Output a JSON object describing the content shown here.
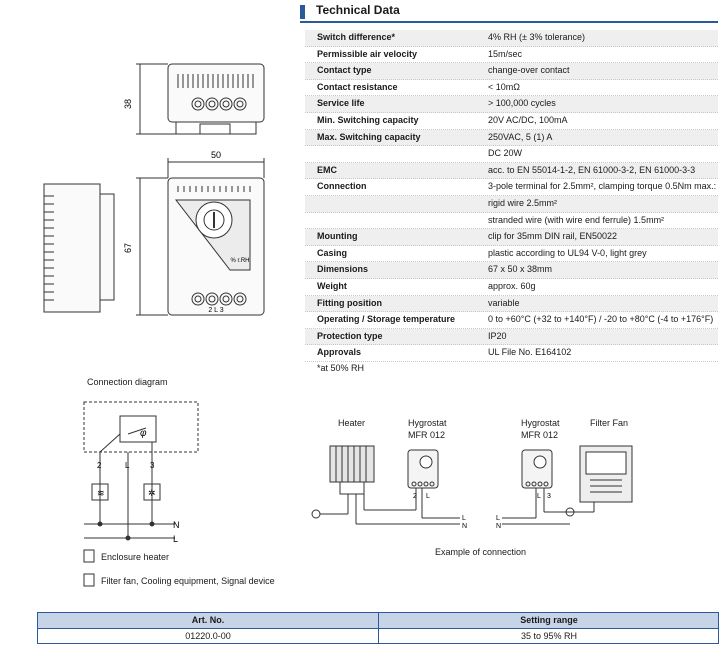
{
  "technical_data": {
    "title": "Technical Data",
    "rows": [
      {
        "label": "Switch difference*",
        "value": "4% RH (± 3% tolerance)"
      },
      {
        "label": "Permissible air velocity",
        "value": "15m/sec"
      },
      {
        "label": "Contact type",
        "value": "change-over contact"
      },
      {
        "label": "Contact resistance",
        "value": "< 10mΩ"
      },
      {
        "label": "Service life",
        "value": "> 100,000 cycles"
      },
      {
        "label": "Min. Switching capacity",
        "value": "20V AC/DC, 100mA"
      },
      {
        "label": "Max. Switching capacity",
        "value": "250VAC,  5 (1) A"
      },
      {
        "label": "",
        "value": "DC 20W"
      },
      {
        "label": "EMC",
        "value": "acc. to EN 55014-1-2, EN 61000-3-2, EN 61000-3-3"
      },
      {
        "label": "Connection",
        "value": "3-pole terminal for 2.5mm², clamping torque 0.5Nm max.:"
      },
      {
        "label": "",
        "value": "rigid wire 2.5mm²"
      },
      {
        "label": "",
        "value": "stranded wire (with wire end ferrule) 1.5mm²"
      },
      {
        "label": "Mounting",
        "value": "clip for 35mm DIN rail, EN50022"
      },
      {
        "label": "Casing",
        "value": "plastic according to UL94 V-0, light grey"
      },
      {
        "label": "Dimensions",
        "value": "67 x 50 x 38mm"
      },
      {
        "label": "Weight",
        "value": "approx. 60g"
      },
      {
        "label": "Fitting position",
        "value": "variable"
      },
      {
        "label": "Operating / Storage temperature",
        "value": "0 to +60°C (+32 to +140°F) / -20 to +80°C (-4 to +176°F)"
      },
      {
        "label": "Protection type",
        "value": "IP20"
      },
      {
        "label": "Approvals",
        "value": "UL File No. E164102"
      }
    ],
    "footnote": "*at 50% RH"
  },
  "dimension_drawing": {
    "height_top": "38",
    "width": "50",
    "height_front": "67",
    "terminal_labels": "2    L    3",
    "dial_label": "% r.RH"
  },
  "connection_diagram": {
    "title": "Connection diagram",
    "terminal_2": "2",
    "terminal_l": "L",
    "terminal_3": "3",
    "line_n": "N",
    "line_l": "L",
    "legend_heater": "Enclosure heater",
    "legend_fan": "Filter fan, Cooling equipment, Signal device"
  },
  "example": {
    "heater_label": "Heater",
    "hygrostat_label_1": "Hygrostat",
    "hygrostat_model_1": "MFR 012",
    "hygrostat_label_2": "Hygrostat",
    "hygrostat_model_2": "MFR 012",
    "filter_fan_label": "Filter Fan",
    "caption": "Example of connection",
    "term_2a": "2",
    "term_la": "L",
    "term_lb": "L",
    "term_3b": "3",
    "line_l_a": "L",
    "line_n_a": "N",
    "line_l_b": "L",
    "line_n_b": "N"
  },
  "order_table": {
    "col1_header": "Art. No.",
    "col2_header": "Setting range",
    "rows": [
      {
        "art_no": "01220.0-00",
        "setting_range": "35 to 95% RH"
      }
    ]
  }
}
